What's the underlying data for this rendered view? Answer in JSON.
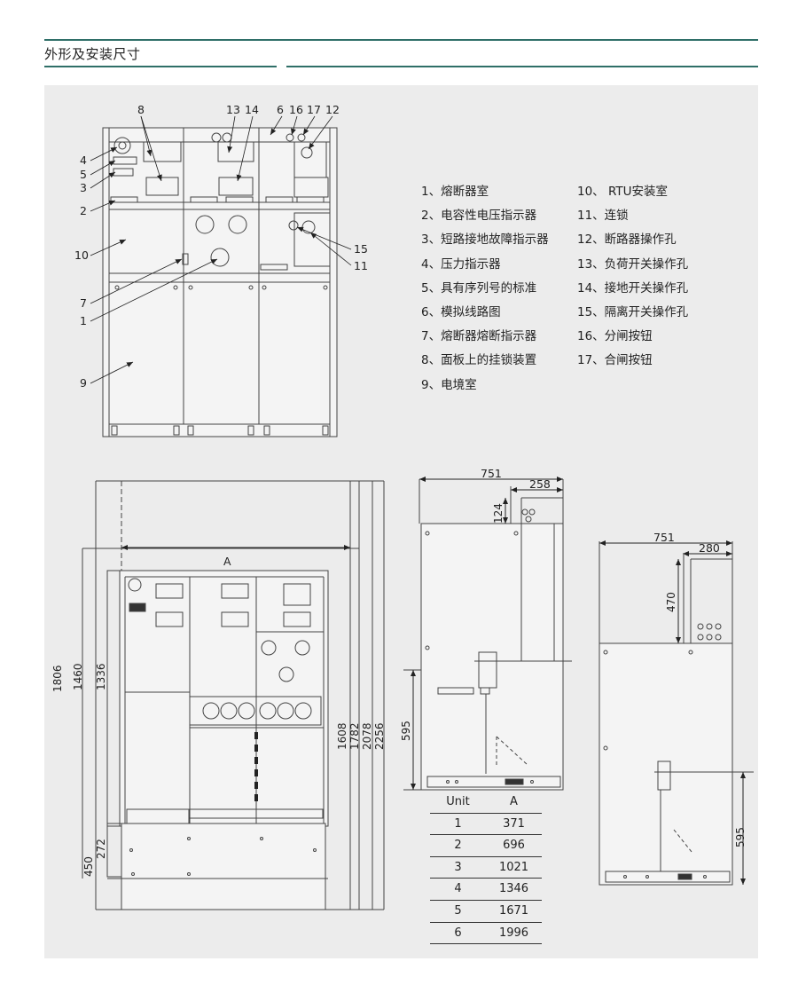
{
  "header": {
    "title": "外形及安装尺寸"
  },
  "callouts": {
    "c1": "1",
    "c2": "2",
    "c3": "3",
    "c4": "4",
    "c5": "5",
    "c6": "6",
    "c7": "7",
    "c8": "8",
    "c9": "9",
    "c10": "10",
    "c11": "11",
    "c12": "12",
    "c13": "13",
    "c14": "14",
    "c15": "15",
    "c16": "16",
    "c17": "17"
  },
  "legend": {
    "left": [
      "1、熔断器室",
      "2、电容性电压指示器",
      "3、短路接地故障指示器",
      "4、压力指示器",
      "5、具有序列号的标准",
      "6、模拟线路图",
      "7、熔断器熔断指示器",
      "8、面板上的挂锁装置",
      "9、电境室"
    ],
    "right": [
      "10、 RTU安装室",
      "11、连锁",
      "12、断路器操作孔",
      "13、负荷开关操作孔",
      "14、接地开关操作孔",
      "15、隔离开关操作孔",
      "16、分闸按钮",
      "17、合闸按钮"
    ]
  },
  "dims": {
    "front": {
      "A": "A",
      "h1806": "1806",
      "h1460": "1460",
      "h1336": "1336",
      "h272": "272",
      "h450": "450",
      "h1608": "1608",
      "h1782": "1782",
      "h2078": "2078",
      "h2256": "2256"
    },
    "side1": {
      "w751": "751",
      "w258": "258",
      "h124": "124",
      "h595": "595"
    },
    "side2": {
      "w751": "751",
      "w280": "280",
      "h470": "470",
      "h595": "595"
    }
  },
  "table": {
    "headers": [
      "Unit",
      "A"
    ],
    "rows": [
      [
        "1",
        "371"
      ],
      [
        "2",
        "696"
      ],
      [
        "3",
        "1021"
      ],
      [
        "4",
        "1346"
      ],
      [
        "5",
        "1671"
      ],
      [
        "6",
        "1996"
      ]
    ]
  }
}
